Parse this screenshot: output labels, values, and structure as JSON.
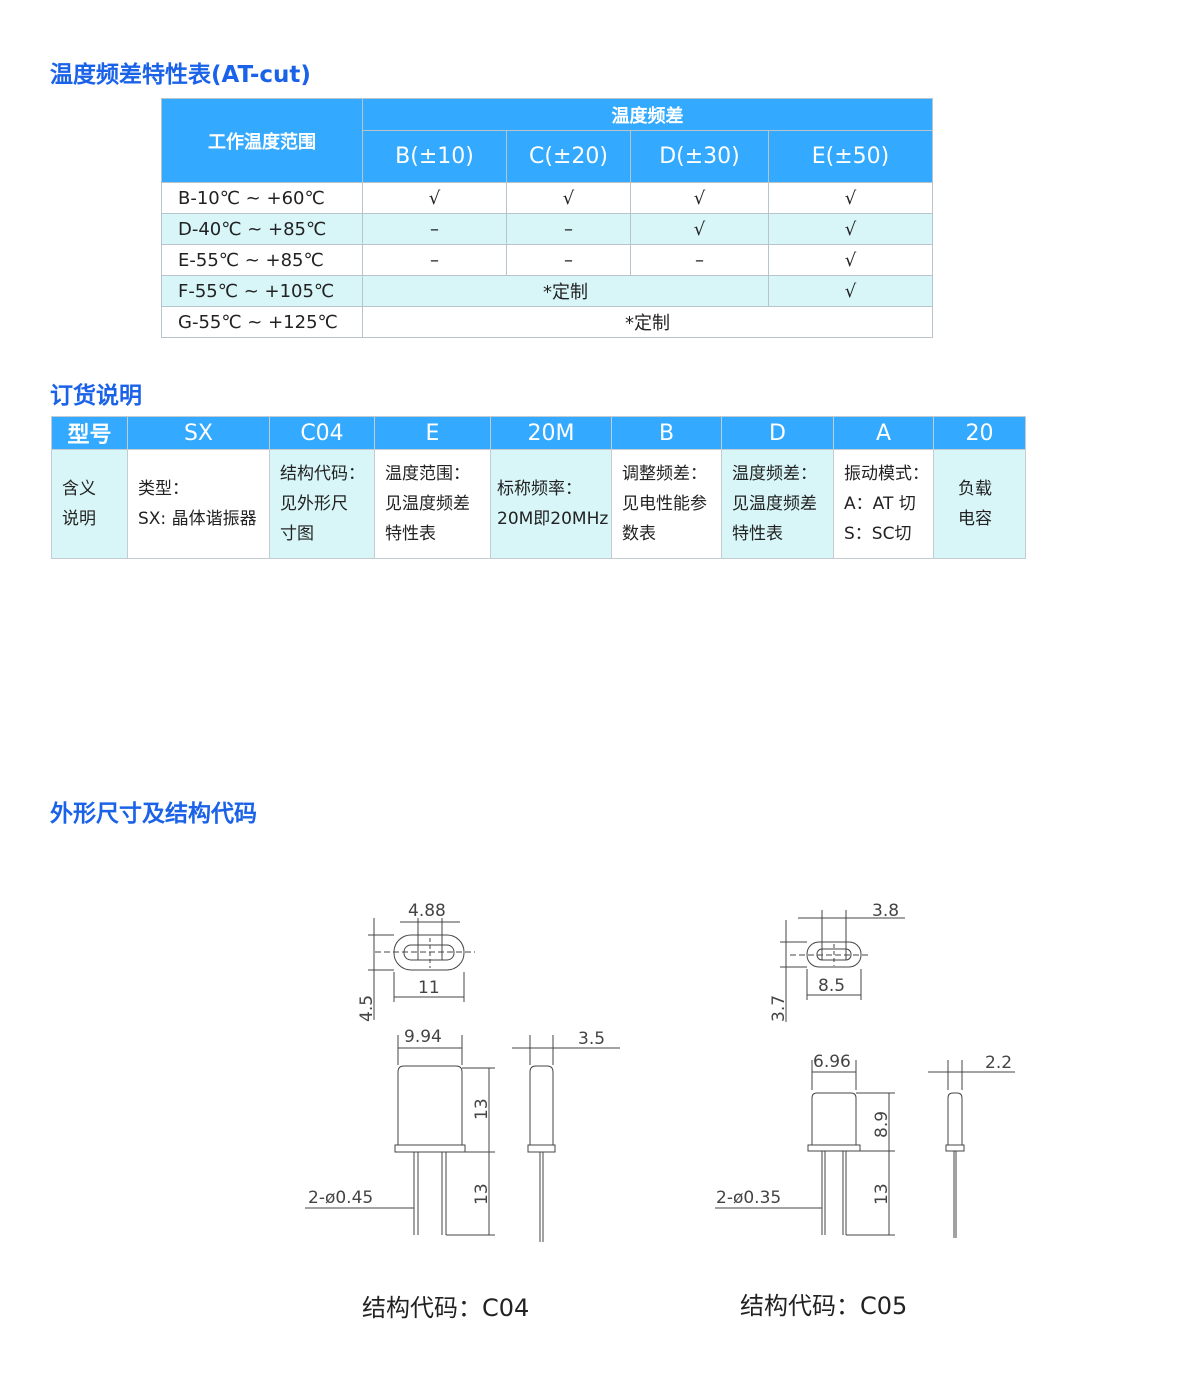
{
  "temp_section": {
    "title": "温度频差特性表(AT-cut)",
    "header_range": "工作温度范围",
    "header_group": "温度频差",
    "columns": [
      "B(±10)",
      "C(±20)",
      "D(±30)",
      "E(±50)"
    ],
    "rows": [
      {
        "range": "B-10℃ ~ +60℃",
        "cells": [
          "√",
          "√",
          "√",
          "√"
        ]
      },
      {
        "range": "D-40℃ ~ +85℃",
        "cells": [
          "–",
          "–",
          "√",
          "√"
        ]
      },
      {
        "range": "E-55℃ ~ +85℃",
        "cells": [
          "–",
          "–",
          "–",
          "√"
        ]
      },
      {
        "range": "F-55℃ ~ +105℃",
        "custom": "*定制",
        "last": "√"
      },
      {
        "range": "G-55℃ ~ +125℃",
        "custom": "*定制"
      }
    ]
  },
  "order_section": {
    "title": "订货说明",
    "header": [
      "型号",
      "SX",
      "C04",
      "E",
      "20M",
      "B",
      "D",
      "A",
      "20"
    ],
    "descriptions": [
      [
        "含义",
        "说明"
      ],
      [
        "类型：",
        "SX: 晶体谐振器"
      ],
      [
        "结构代码：",
        "见外形尺",
        "寸图"
      ],
      [
        "温度范围：",
        "见温度频差",
        "特性表"
      ],
      [
        "标称频率：",
        "20M即20MHz"
      ],
      [
        "调整频差：",
        "见电性能参",
        "数表"
      ],
      [
        "温度频差：",
        "见温度频差",
        "特性表"
      ],
      [
        "振动模式：",
        "A：AT 切",
        "S：SC切"
      ],
      [
        "负载",
        "电容"
      ]
    ]
  },
  "dimension_section": {
    "title": "外形尺寸及结构代码",
    "c04": {
      "caption": "结构代码：C04",
      "dims": {
        "top_width": "4.88",
        "top_length": "11",
        "top_height": "4.5",
        "body_width": "9.94",
        "side_width": "3.5",
        "body_height": "13",
        "lead_length": "13",
        "pin": "2-ø0.45"
      }
    },
    "c05": {
      "caption": "结构代码：C05",
      "dims": {
        "top_width": "3.8",
        "top_length": "8.5",
        "top_height": "3.7",
        "body_width": "6.96",
        "side_width": "2.2",
        "body_height": "8.9",
        "lead_length": "13",
        "pin": "2-ø0.35"
      }
    }
  }
}
